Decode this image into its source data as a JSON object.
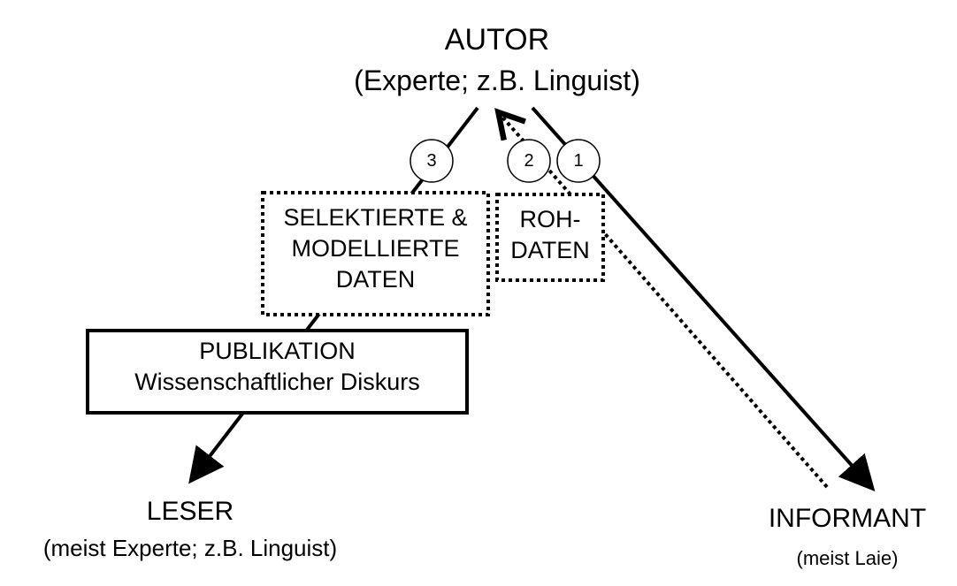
{
  "author": {
    "title": "AUTOR",
    "subtitle": "(Experte; z.B. Linguist)"
  },
  "reader": {
    "title": "LESER",
    "subtitle": "(meist Experte; z.B. Linguist)"
  },
  "informant": {
    "title": "INFORMANT",
    "subtitle": "(meist Laie)"
  },
  "boxes": {
    "selected": {
      "line1": "SELEKTIERTE &",
      "line2": "MODELLIERTE",
      "line3": "DATEN"
    },
    "raw": {
      "line1": "ROH-",
      "line2": "DATEN"
    },
    "publication": {
      "line1": "PUBLIKATION",
      "line2": "Wissenschaftlicher Diskurs"
    }
  },
  "steps": {
    "one": "1",
    "two": "2",
    "three": "3"
  }
}
